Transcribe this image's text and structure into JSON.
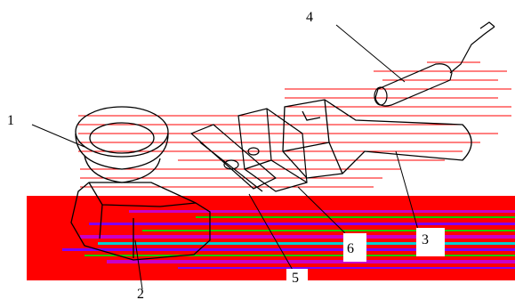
{
  "diagram": {
    "callouts": [
      {
        "id": "1",
        "text": "1"
      },
      {
        "id": "2",
        "text": "2"
      },
      {
        "id": "3",
        "text": "3"
      },
      {
        "id": "4",
        "text": "4"
      },
      {
        "id": "5",
        "text": "5"
      },
      {
        "id": "6",
        "text": "6"
      }
    ],
    "colors": {
      "band_red": "#ff0000",
      "band_magenta": "#c800c8",
      "band_green": "#00d000",
      "band_purple": "#8000ff",
      "outline": "#000000",
      "accent_cyan": "#00d0d0"
    }
  }
}
